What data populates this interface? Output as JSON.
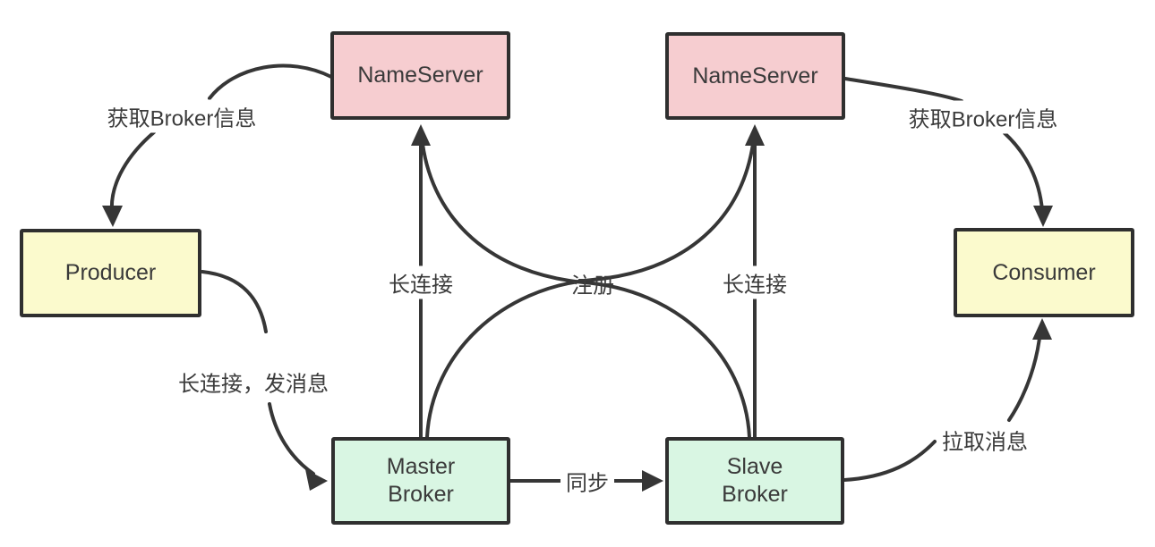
{
  "diagram": {
    "nodes": {
      "nameserver_left": {
        "label": "NameServer"
      },
      "nameserver_right": {
        "label": "NameServer"
      },
      "producer": {
        "label": "Producer"
      },
      "consumer": {
        "label": "Consumer"
      },
      "master_broker": {
        "line1": "Master",
        "line2": "Broker"
      },
      "slave_broker": {
        "line1": "Slave",
        "line2": "Broker"
      }
    },
    "edges": {
      "get_broker_info_left": "获取Broker信息",
      "get_broker_info_right": "获取Broker信息",
      "long_connection_left": "长连接",
      "long_connection_right": "长连接",
      "register": "注册",
      "long_connection_send_message": "长连接，发消息",
      "sync": "同步",
      "pull_message": "拉取消息"
    },
    "colors": {
      "nameserver_fill": "#f6cdd0",
      "producer_consumer_fill": "#fbfacd",
      "broker_fill": "#d9f6e3",
      "stroke": "#363636",
      "background": "#ffffff"
    }
  }
}
